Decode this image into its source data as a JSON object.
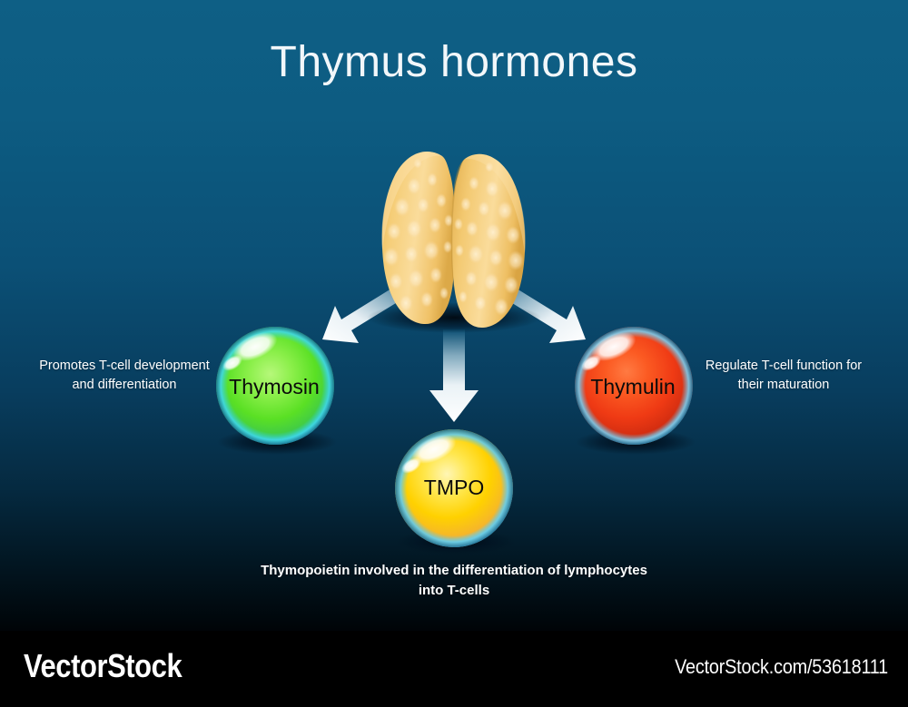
{
  "title": "Thymus hormones",
  "background": {
    "top_color": "#0e5f85",
    "bottom_color": "#000407",
    "footer_color": "#000000"
  },
  "gland": {
    "name": "thymus-gland",
    "fill_color": "#f2c66a",
    "highlight_color": "#fbe9bb"
  },
  "arrows": [
    {
      "name": "arrow-to-thymosin",
      "direction": "down-left"
    },
    {
      "name": "arrow-to-tmpo",
      "direction": "down"
    },
    {
      "name": "arrow-to-thymulin",
      "direction": "down-right"
    }
  ],
  "hormones": [
    {
      "id": "thymosin",
      "label": "Thymosin",
      "color": "#5ee02b",
      "rim_color": "#3fd2e8",
      "caption": "Promotes T-cell development and differentiation"
    },
    {
      "id": "tmpo",
      "label": "TMPO",
      "color": "#ffd400",
      "rim_color": "#58c8e8",
      "caption": "Thymopoietin involved in the differentiation of lymphocytes into T-cells"
    },
    {
      "id": "thymulin",
      "label": "Thymulin",
      "color": "#f03a18",
      "rim_color": "#69c6ea",
      "caption": "Regulate T-cell function for their maturation"
    }
  ],
  "captions": {
    "left": "Promotes T-cell development and differentiation",
    "right": "Regulate T-cell function for their maturation",
    "bottom": "Thymopoietin involved in the differentiation of lymphocytes into T-cells"
  },
  "footer": {
    "brand": "VectorStock",
    "url": "VectorStock.com/53618111"
  }
}
